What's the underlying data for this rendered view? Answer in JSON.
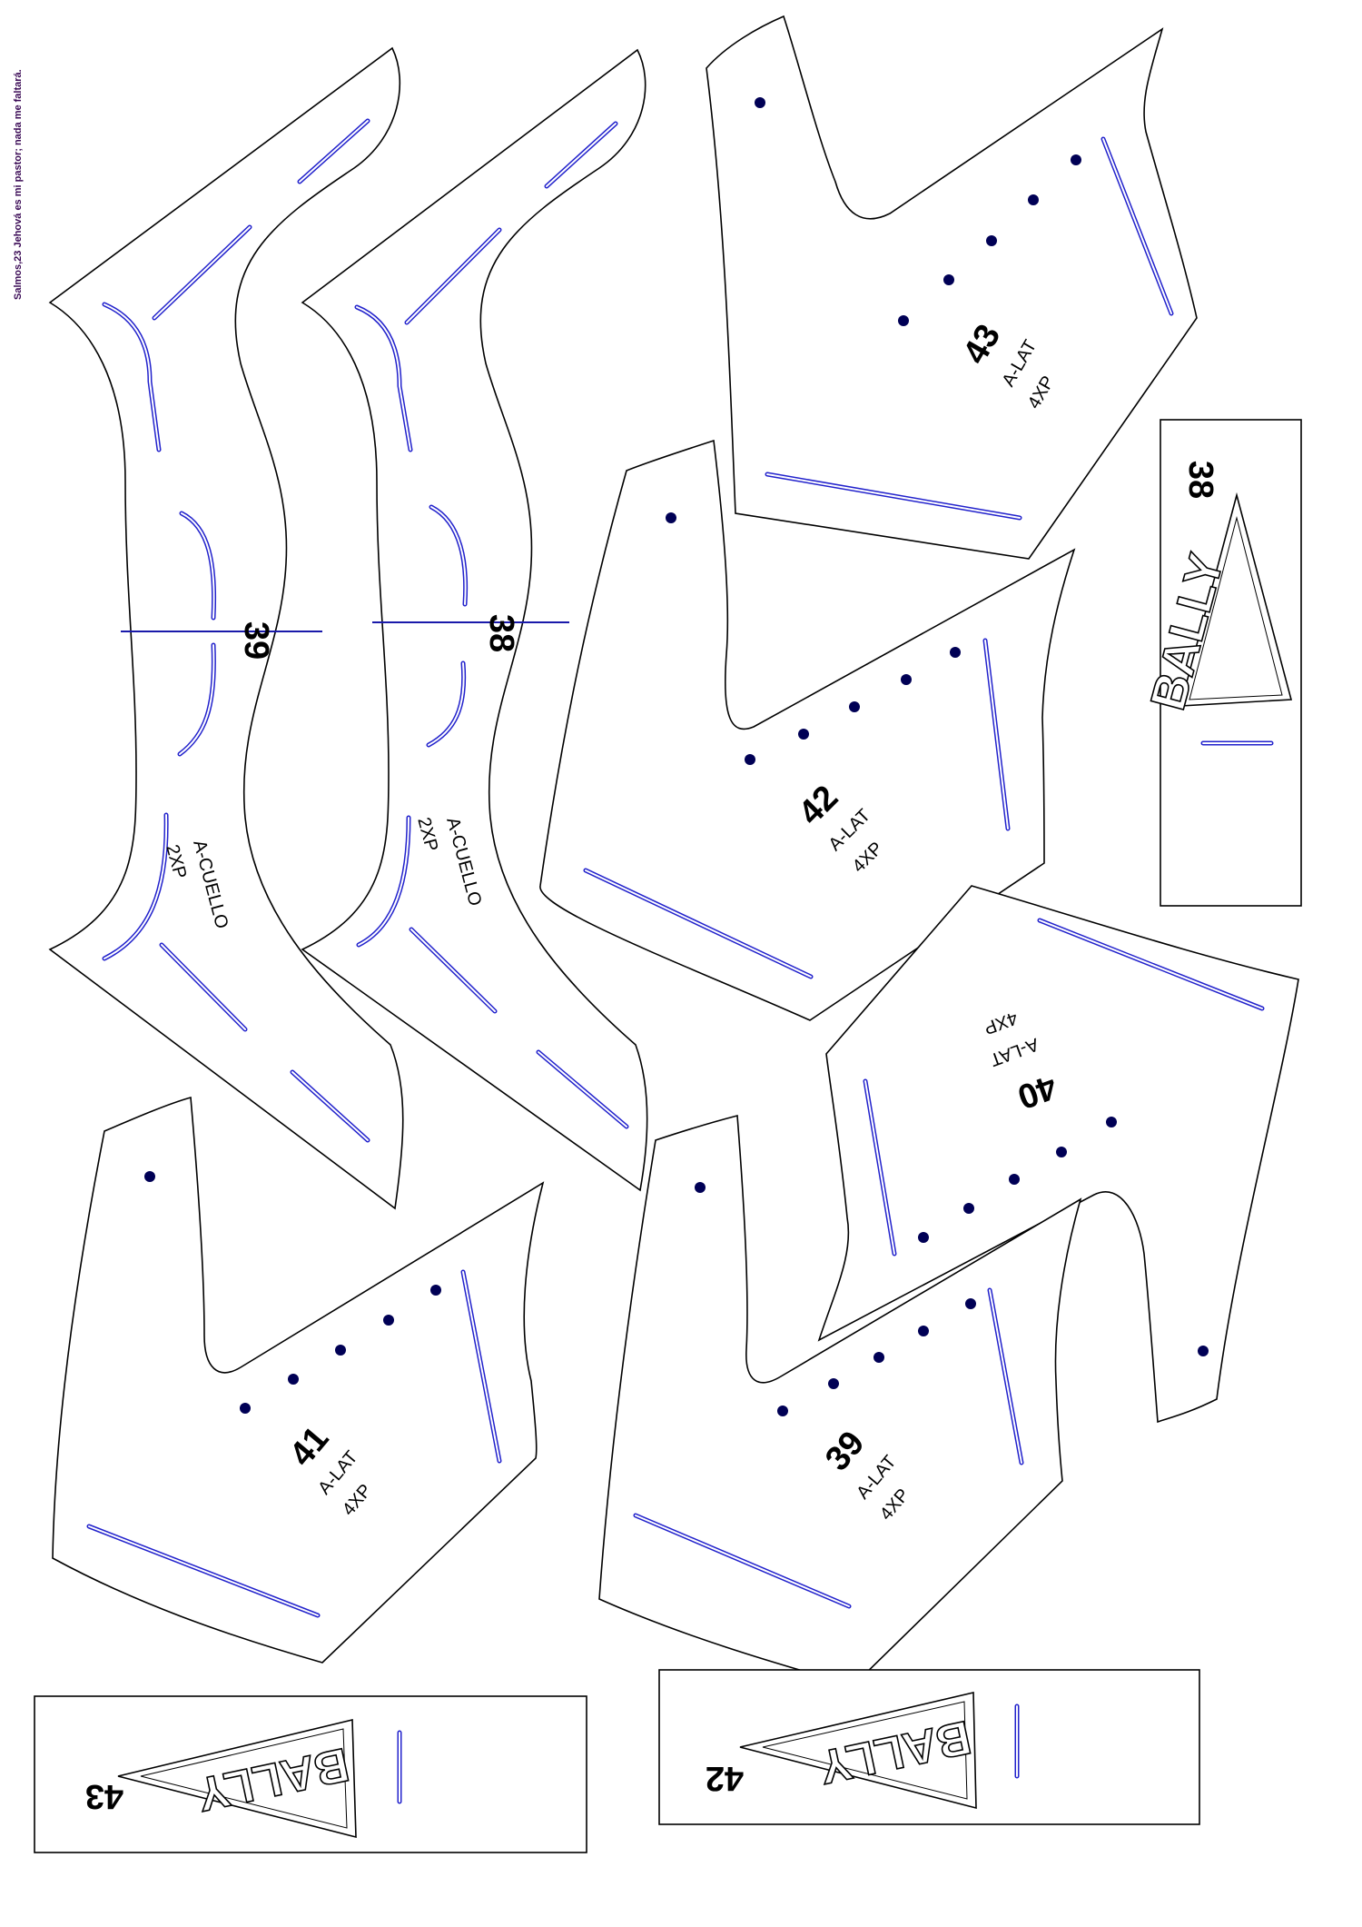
{
  "side_note": "Salmos,23 Jehová es mi pastor; nada me faltará.",
  "colors": {
    "outline": "#000000",
    "stitch": "#2222cc",
    "hole": "#000055",
    "note": "#3a0a55"
  },
  "collars": [
    {
      "size": "38",
      "name": "A-CUELLO",
      "qty": "2XP"
    },
    {
      "size": "39",
      "name": "A-CUELLO",
      "qty": "2XP"
    }
  ],
  "laterals": [
    {
      "size": "43",
      "name": "A-LAT",
      "qty": "4XP"
    },
    {
      "size": "42",
      "name": "A-LAT",
      "qty": "4XP"
    },
    {
      "size": "40",
      "name": "A-LAT",
      "qty": "4XP"
    },
    {
      "size": "41",
      "name": "A-LAT",
      "qty": "4XP"
    },
    {
      "size": "39",
      "name": "A-LAT",
      "qty": "4XP"
    }
  ],
  "logo_labels": [
    {
      "size": "38",
      "logo": "BALLY"
    },
    {
      "size": "43",
      "logo": "BALLY"
    },
    {
      "size": "42",
      "logo": "BALLY"
    }
  ]
}
